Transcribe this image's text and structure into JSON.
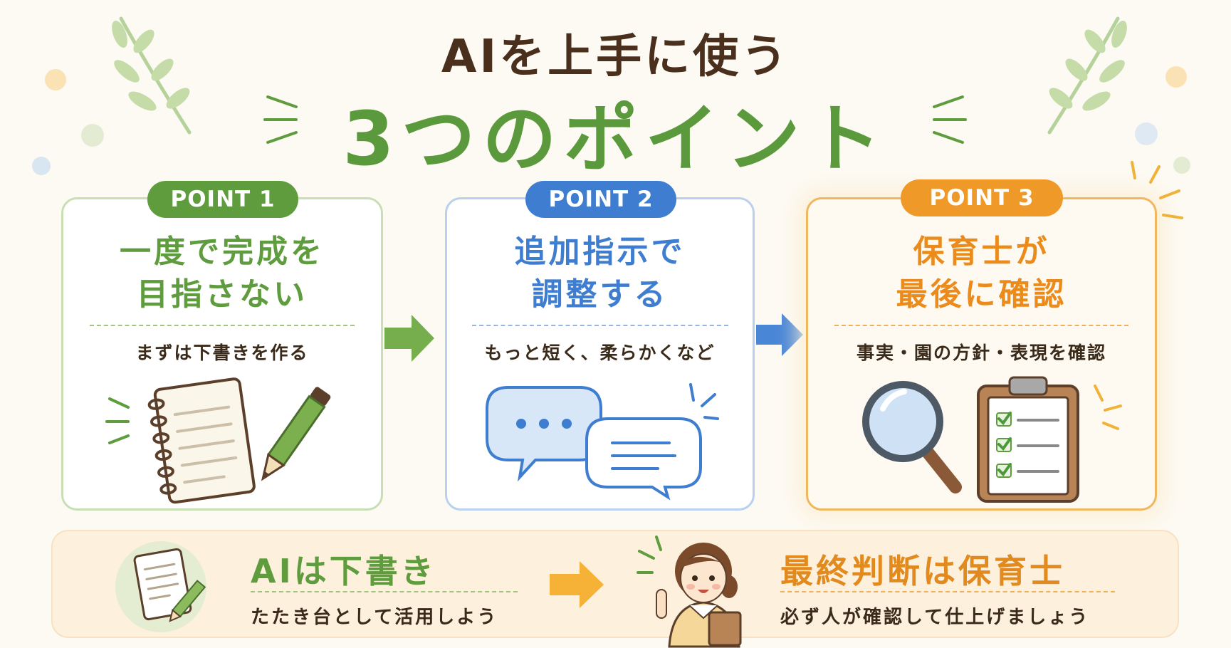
{
  "title": {
    "line1": "AIを上手に使う",
    "line2": "3つのポイント"
  },
  "points": [
    {
      "badge": "POINT 1",
      "heading_line1": "一度で完成を",
      "heading_line2": "目指さない",
      "subtext": "まずは下書きを作る",
      "color": "#5e9c3d"
    },
    {
      "badge": "POINT 2",
      "heading_line1": "追加指示で",
      "heading_line2": "調整する",
      "subtext": "もっと短く、柔らかくなど",
      "color": "#3f7dd0"
    },
    {
      "badge": "POINT 3",
      "heading_line1": "保育士が",
      "heading_line2": "最後に確認",
      "subtext": "事実・園の方針・表現を確認",
      "color": "#ea8b1b"
    }
  ],
  "banner": {
    "left_title": "AIは下書き",
    "left_sub": "たたき台として活用しよう",
    "right_title": "最終判断は保育士",
    "right_sub": "必ず人が確認して仕上げましょう"
  },
  "icons": [
    "sprig-icon",
    "notebook-icon",
    "pencil-icon",
    "speech-bubble-icon",
    "magnifier-icon",
    "clipboard-checklist-icon",
    "arrow-right-icon",
    "document-icon",
    "teacher-avatar"
  ]
}
